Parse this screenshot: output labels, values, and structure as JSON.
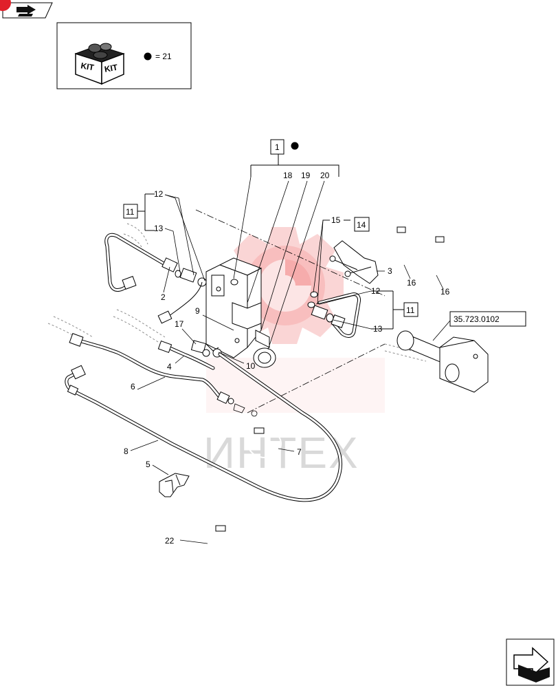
{
  "kit_box": {
    "kit_text_left": "KIT",
    "kit_text_right": "KIT",
    "bullet_label": "= 21"
  },
  "watermark": {
    "text": "ИНТЕХ",
    "color": "#f07878"
  },
  "callouts": {
    "c1": "1",
    "c2": "2",
    "c3": "3",
    "c4": "4",
    "c5": "5",
    "c6": "6",
    "c7": "7",
    "c8": "8",
    "c9": "9",
    "c10": "10",
    "c11a": "11",
    "c11b": "11",
    "c12a": "12",
    "c12b": "12",
    "c13a": "13",
    "c13b": "13",
    "c14": "14",
    "c15": "15",
    "c16a": "16",
    "c16b": "16",
    "c17": "17",
    "c18": "18",
    "c19": "19",
    "c20": "20",
    "c22": "22"
  },
  "reference": {
    "label": "35.723.0102"
  },
  "nav": {
    "top_icon": "prev-page-icon",
    "bottom_icon": "next-page-icon",
    "badge_color": "#e0202a"
  }
}
